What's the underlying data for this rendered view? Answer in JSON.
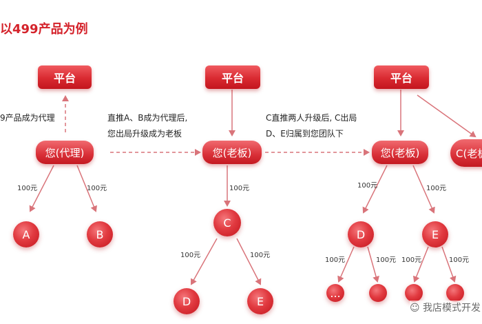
{
  "title": "以499产品为例",
  "platform_label": "平台",
  "stage1": {
    "note": "9产品成为代理",
    "you": "您(代理)",
    "left_amount": "100元",
    "right_amount": "100元",
    "child_a": "A",
    "child_b": "B"
  },
  "stage2": {
    "note_line1": "直推A、B成为代理后,",
    "note_line2": "您出局升级成为老板",
    "you": "您(老板)",
    "amount": "100元",
    "child_c": "C",
    "left_amount": "100元",
    "right_amount": "100元",
    "child_d": "D",
    "child_e": "E"
  },
  "stage3": {
    "note_line1": "C直推两人升级后, C出局",
    "note_line2": "D、E归属到您团队下",
    "you": "您(老板)",
    "c_boss": "C(老板",
    "left_amount": "100元",
    "right_amount": "100元",
    "child_d": "D",
    "child_e": "E",
    "amount_d_left": "100元",
    "amount_d_right": "100元",
    "amount_e_left": "100元",
    "amount_e_right": "100元",
    "more_dots": "..."
  },
  "watermark": "我店模式开发",
  "colors": {
    "accent": "#d4222a",
    "arrow": "#d9747a"
  }
}
